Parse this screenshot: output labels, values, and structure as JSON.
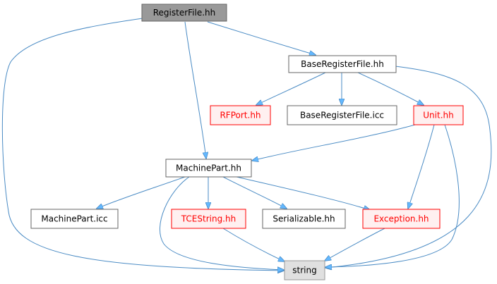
{
  "colors": {
    "edge": "#63b8ff",
    "edge_stroke": "#4a8bc4",
    "default_border": "#666666",
    "default_fill": "#ffffff",
    "focus_fill": "#999999",
    "focus_border": "#666666",
    "red_border": "#ff0000",
    "red_fill": "#fff0f0",
    "red_text": "#ff0000",
    "system_fill": "#e0e0e0",
    "system_border": "#999999",
    "text": "#000000"
  },
  "nodes": [
    {
      "id": "registerfile",
      "label": "RegisterFile.hh",
      "style": "focus"
    },
    {
      "id": "baseregisterfile",
      "label": "BaseRegisterFile.hh",
      "style": "default"
    },
    {
      "id": "rfport",
      "label": "RFPort.hh",
      "style": "red"
    },
    {
      "id": "baseregisterfile_icc",
      "label": "BaseRegisterFile.icc",
      "style": "default"
    },
    {
      "id": "unit",
      "label": "Unit.hh",
      "style": "red"
    },
    {
      "id": "machinepart",
      "label": "MachinePart.hh",
      "style": "default"
    },
    {
      "id": "machinepart_icc",
      "label": "MachinePart.icc",
      "style": "default"
    },
    {
      "id": "tcestring",
      "label": "TCEString.hh",
      "style": "red"
    },
    {
      "id": "serializable",
      "label": "Serializable.hh",
      "style": "default"
    },
    {
      "id": "exception",
      "label": "Exception.hh",
      "style": "red"
    },
    {
      "id": "string",
      "label": "string",
      "style": "system"
    }
  ],
  "edges": [
    {
      "from": "registerfile",
      "to": "baseregisterfile"
    },
    {
      "from": "registerfile",
      "to": "machinepart"
    },
    {
      "from": "registerfile",
      "to": "string"
    },
    {
      "from": "baseregisterfile",
      "to": "rfport"
    },
    {
      "from": "baseregisterfile",
      "to": "baseregisterfile_icc"
    },
    {
      "from": "baseregisterfile",
      "to": "unit"
    },
    {
      "from": "baseregisterfile",
      "to": "string"
    },
    {
      "from": "unit",
      "to": "machinepart"
    },
    {
      "from": "unit",
      "to": "exception"
    },
    {
      "from": "unit",
      "to": "string"
    },
    {
      "from": "machinepart",
      "to": "machinepart_icc"
    },
    {
      "from": "machinepart",
      "to": "tcestring"
    },
    {
      "from": "machinepart",
      "to": "serializable"
    },
    {
      "from": "machinepart",
      "to": "exception"
    },
    {
      "from": "machinepart",
      "to": "string"
    },
    {
      "from": "tcestring",
      "to": "string"
    },
    {
      "from": "exception",
      "to": "string"
    }
  ]
}
